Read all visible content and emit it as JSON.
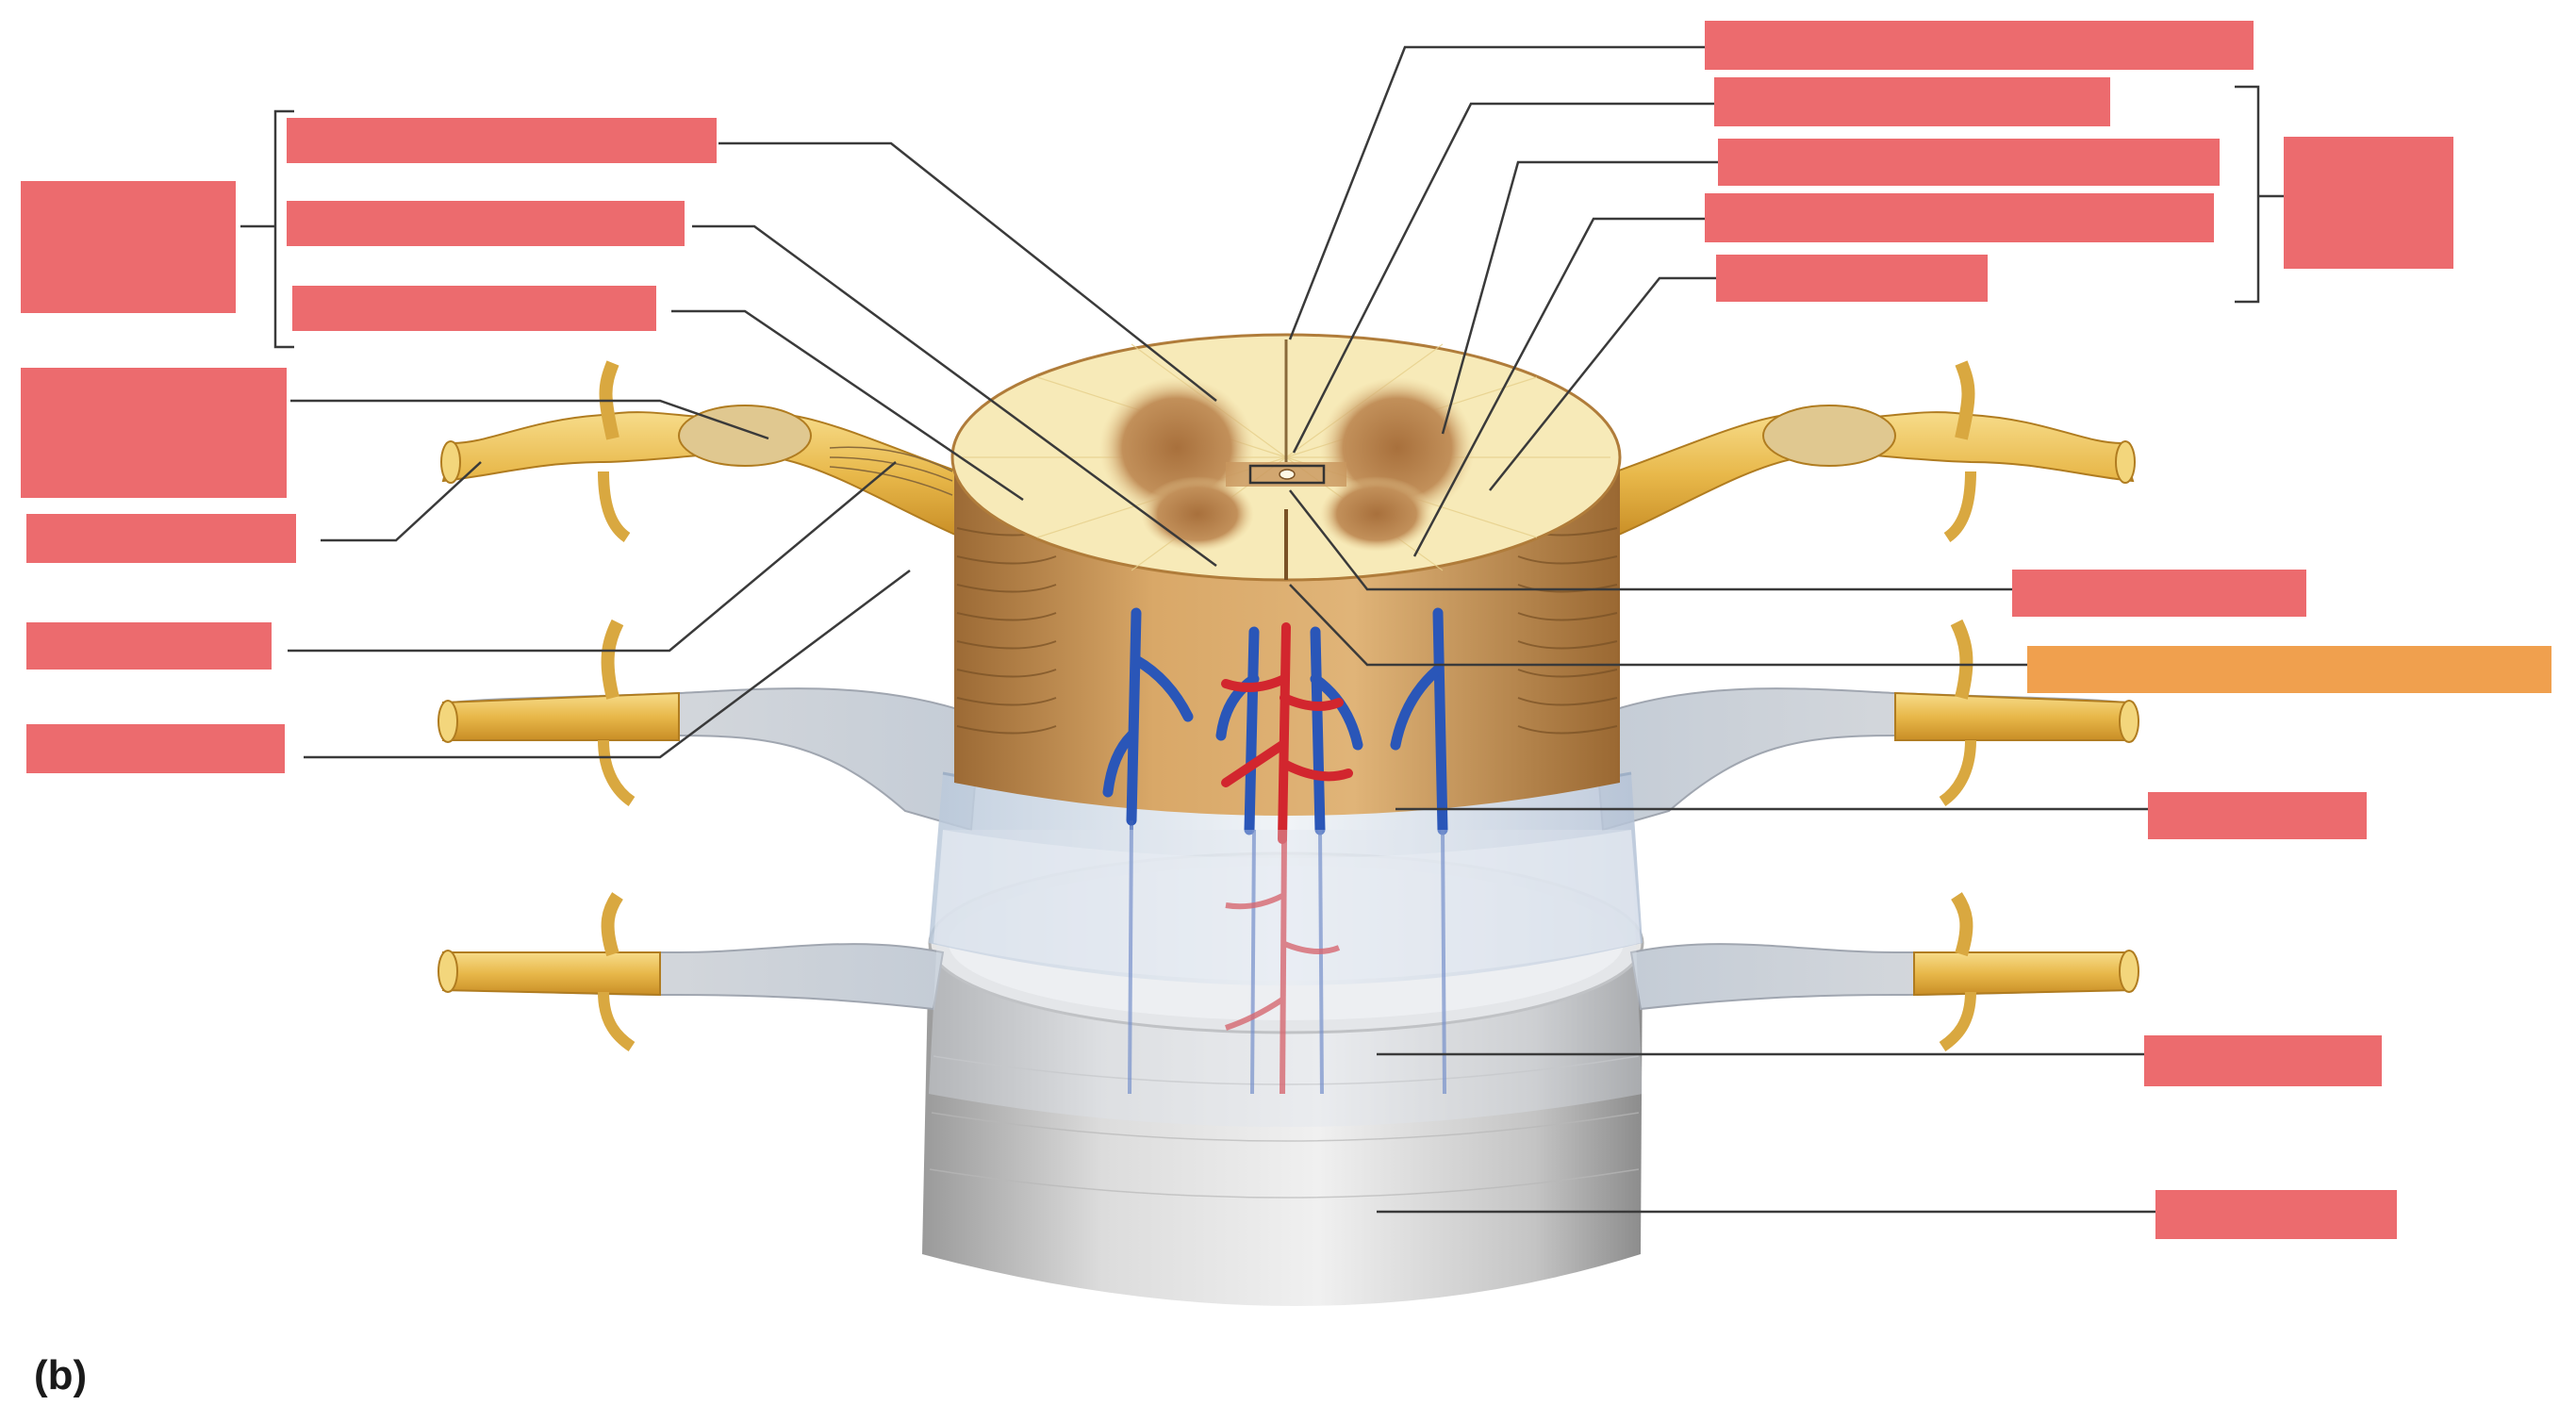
{
  "figure": {
    "panel_label": "(b)"
  },
  "colors": {
    "label_box": "#ec6b6e",
    "label_box_highlight": "#f0a04e",
    "leader_line": "#3a3a3a",
    "white_matter": "#f7eab8",
    "gray_matter": "#b98550",
    "nerve": "#e8b84a",
    "artery": "#d2262e",
    "vein": "#2a56b8",
    "dura_mater": "#c9c9c9",
    "arachnoid": "#d8e2ee"
  },
  "label_boxes": [
    {
      "id": "white-matter-posterior-funiculus",
      "state": "hidden"
    },
    {
      "id": "white-matter-lateral-funiculus",
      "state": "hidden"
    },
    {
      "id": "white-matter-anterior-funiculus",
      "state": "hidden"
    },
    {
      "id": "white-matter-group",
      "state": "hidden"
    },
    {
      "id": "dorsal-root-ganglion",
      "state": "hidden"
    },
    {
      "id": "spinal-nerve",
      "state": "hidden"
    },
    {
      "id": "dorsal-root",
      "state": "hidden"
    },
    {
      "id": "ventral-root",
      "state": "hidden"
    },
    {
      "id": "posterior-median-sulcus",
      "state": "hidden"
    },
    {
      "id": "gray-commissure",
      "state": "hidden"
    },
    {
      "id": "posterior-horn",
      "state": "hidden"
    },
    {
      "id": "anterior-horn",
      "state": "hidden"
    },
    {
      "id": "lateral-horn",
      "state": "hidden"
    },
    {
      "id": "gray-matter-group",
      "state": "hidden"
    },
    {
      "id": "central-canal",
      "state": "hidden"
    },
    {
      "id": "anterior-median-fissure",
      "state": "highlighted"
    },
    {
      "id": "pia-mater",
      "state": "hidden"
    },
    {
      "id": "arachnoid-mater",
      "state": "hidden"
    },
    {
      "id": "dura-mater",
      "state": "hidden"
    }
  ]
}
